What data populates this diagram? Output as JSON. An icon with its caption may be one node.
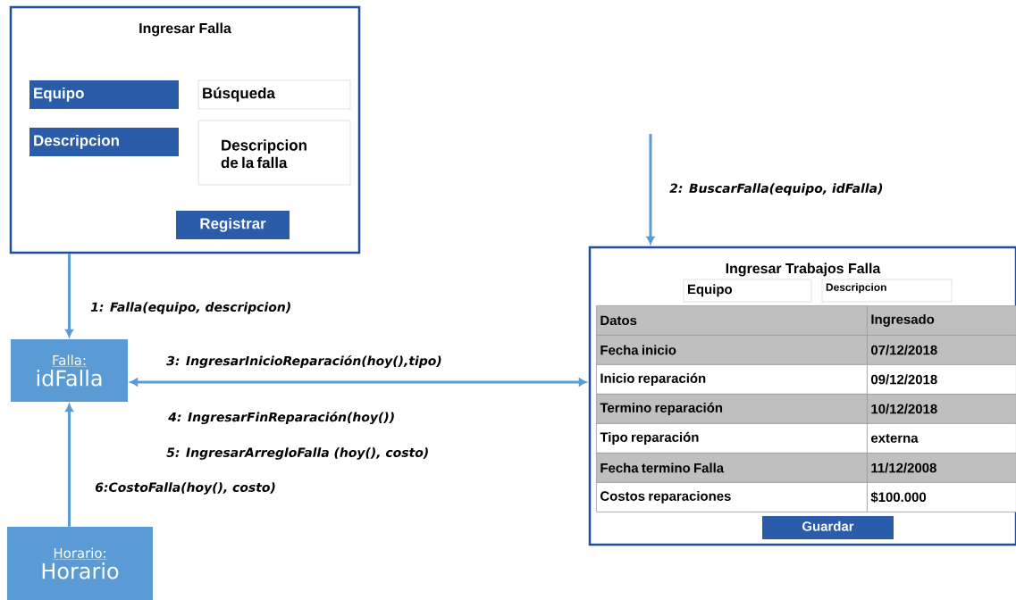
{
  "diagram": {
    "nodes": [
      {
        "text": [
          "Ingresar Falla"
        ]
      },
      {
        "text": [
          "Equipo"
        ],
        "in": 0
      },
      {
        "text": [
          "Búsqueda"
        ],
        "in": 0
      },
      {
        "text": [
          "Descripcion"
        ],
        "in": 0
      },
      {
        "text": [
          "Descripcion de la falla"
        ],
        "in": 0
      },
      {
        "text": [
          "Registrar"
        ],
        "in": 0
      },
      {
        "text": [
          "Falla:",
          "idFalla"
        ]
      },
      {
        "text": [
          "Horario:",
          "Horario"
        ]
      },
      {
        "text": [
          "Ingresar Trabajos Falla"
        ]
      },
      {
        "text": [
          "Equipo"
        ],
        "in": 8
      },
      {
        "text": [
          "Descripcion"
        ],
        "in": 8
      },
      {
        "text": [
          "Guardar"
        ],
        "in": 8
      }
    ],
    "edges": [
      {
        "from": 0,
        "to": 6,
        "arrow": "to",
        "label": "1: Falla(equipo, descripcion)"
      },
      {
        "from": null,
        "to": 8,
        "arrow": "to",
        "label": "2: BuscarFalla(equipo, idFalla)"
      },
      {
        "from": 8,
        "to": 6,
        "arrow": "both",
        "label": "3: IngresarInicioReparación(hoy(),tipo)"
      },
      {
        "from": 7,
        "to": 6,
        "arrow": "to",
        "label": "6:CostoFalla(hoy(), costo)"
      }
    ],
    "labels": [
      "4: IngresarFinReparación(hoy())",
      "5: IngresarArregloFalla (hoy(), costo)",
      "Datos",
      "Ingresado",
      "Fecha inicio",
      "07/12/2018",
      "Inicio reparación",
      "09/12/2018",
      "Termino reparación",
      "10/12/2018",
      "Tipo reparación",
      "externa",
      "Fecha termino Falla",
      "11/12/2008",
      "Costos reparaciones",
      "$100.000"
    ]
  }
}
